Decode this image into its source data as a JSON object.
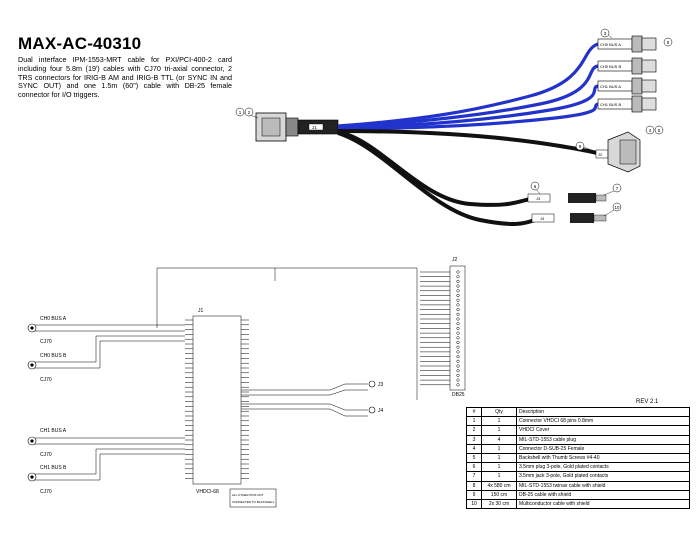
{
  "title": "MAX-AC-40310",
  "description": "Dual interface IPM-1553-MRT cable for PXI/PCI-400-2 card including four 5.8m (19') cables with CJ70 tri-axial connector, 2 TRS connectors for IRIG-B AM and IRIG-B TTL (or SYNC IN and SYNC OUT) and one 1.5m (60\") cable with DB-25 female connector for I/O triggers.",
  "cable_labels": {
    "j1": "J1",
    "j2": "J2",
    "j3": "J3",
    "j4": "J4",
    "ch0a": "CH0 BUS A",
    "ch0b": "CH0 BUS B",
    "ch1a": "CH1 BUS A",
    "ch1b": "CH1 BUS B"
  },
  "balloons": [
    "1",
    "2",
    "3",
    "4",
    "5",
    "6",
    "7",
    "8",
    "9",
    "10"
  ],
  "schematic": {
    "j1_ref": "J1",
    "j1_part": "VHDCI-68",
    "j2_ref": "J2",
    "j2_part": "DB25",
    "ch0_bus_a": "CH0 BUS A",
    "ch0_bus_b": "CH0 BUS B",
    "ch1_bus_a": "CH1 BUS A",
    "ch1_bus_b": "CH1 BUS B",
    "cj70_1": "CJ70",
    "cj70_2": "CJ70",
    "cj70_3": "CJ70",
    "cj70_4": "CJ70",
    "j3_label": "J3",
    "j4_label": "J4",
    "note_line1": "ALL OTHER PINS NOT",
    "note_line2": "CONNECTED TO BACKSHELL"
  },
  "revision": "REV 2.1",
  "bom": {
    "headers": [
      "#",
      "Qty",
      "Description"
    ],
    "rows": [
      [
        "1",
        "1",
        "Connector VHDCI 68 pins 0.8mm"
      ],
      [
        "2",
        "1",
        "VHDCI Cover"
      ],
      [
        "3",
        "4",
        "MIL-STD-1553 cable plug"
      ],
      [
        "4",
        "1",
        "Connector D-SUB-25 Female"
      ],
      [
        "5",
        "1",
        "Backshell with Thumb Screws #4-40"
      ],
      [
        "6",
        "1",
        "3.5mm plug 3-pole, Gold plated contacts"
      ],
      [
        "7",
        "1",
        "3.5mm jack 3-pole, Gold plated contacts"
      ],
      [
        "8",
        "4x 580 cm",
        "MIL-STD-1553 twinax cable with shield"
      ],
      [
        "9",
        "150 cm",
        "DB-25 cable with shield"
      ],
      [
        "10",
        "2x 30 cm",
        "Multiconductor cable with shield"
      ]
    ]
  },
  "colors": {
    "bus_cable": "#2233cc",
    "main_cable": "#111111",
    "connector_fill": "#d8d8d8",
    "line": "#000000"
  }
}
